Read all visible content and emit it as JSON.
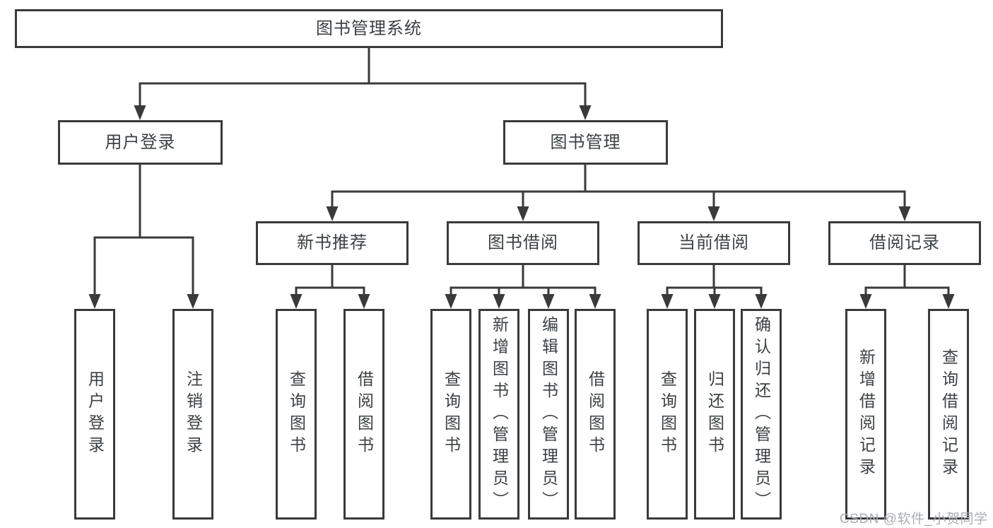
{
  "colors": {
    "line": "#3a3a3c",
    "text": "#3c4043",
    "box_background": "#ffffff",
    "page_background": "#ffffff",
    "watermark": "#a9adb2"
  },
  "watermark": "CSDN @软件_小贺同学",
  "tree": {
    "root": {
      "label": "图书管理系统"
    },
    "children": [
      {
        "label": "用户登录",
        "children": [
          {
            "label": "用户登录"
          },
          {
            "label": "注销登录"
          }
        ]
      },
      {
        "label": "图书管理",
        "children": [
          {
            "label": "新书推荐",
            "children": [
              {
                "label": "查询图书"
              },
              {
                "label": "借阅图书"
              }
            ]
          },
          {
            "label": "图书借阅",
            "children": [
              {
                "label": "查询图书"
              },
              {
                "label": "新增图书（管理员）"
              },
              {
                "label": "编辑图书（管理员）"
              },
              {
                "label": "借阅图书"
              }
            ]
          },
          {
            "label": "当前借阅",
            "children": [
              {
                "label": "查询图书"
              },
              {
                "label": "归还图书"
              },
              {
                "label": "确认归还（管理员）"
              }
            ]
          },
          {
            "label": "借阅记录",
            "children": [
              {
                "label": "新增借阅记录"
              },
              {
                "label": "查询借阅记录"
              }
            ]
          }
        ]
      }
    ]
  }
}
